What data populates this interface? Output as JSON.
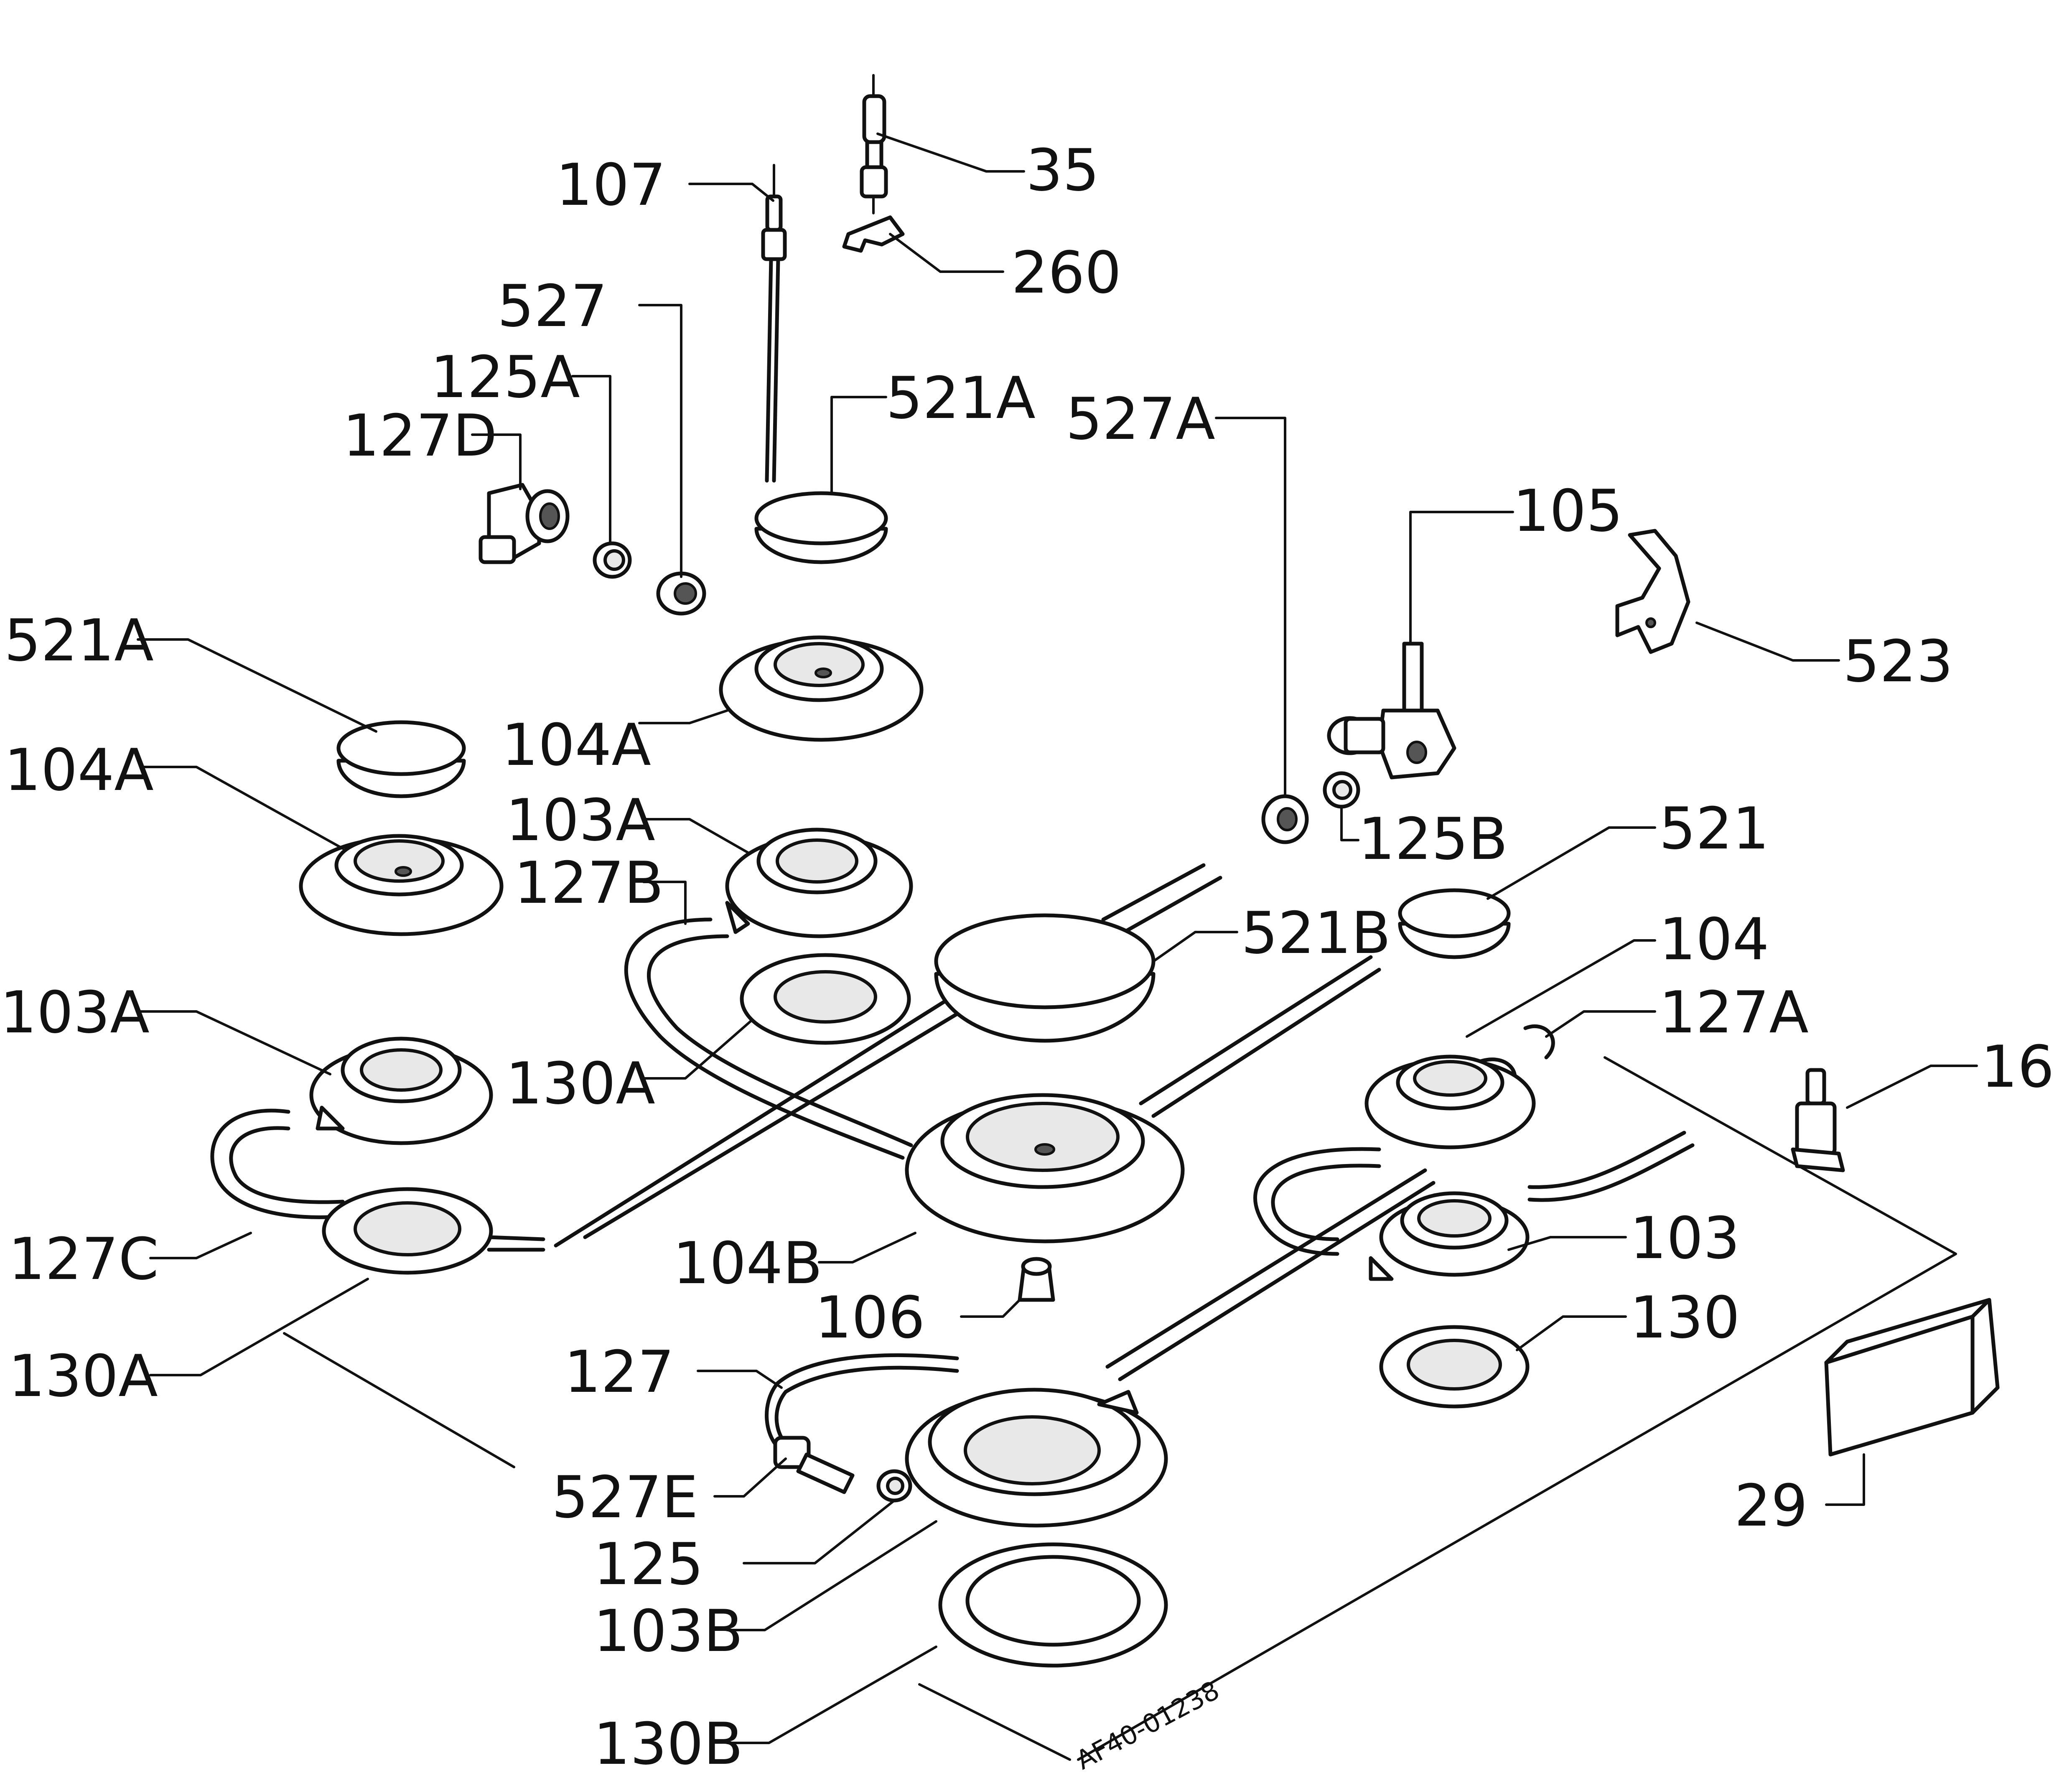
{
  "diagram": {
    "reference_code": "AF40-01238",
    "labels": {
      "p35": "35",
      "p107": "107",
      "p260": "260",
      "p527": "527",
      "p125A": "125A",
      "p127D": "127D",
      "p521A_top": "521A",
      "p527A": "527A",
      "p105": "105",
      "p523": "523",
      "p521A_left": "521A",
      "p104A_center": "104A",
      "p104A_left": "104A",
      "p103A_center": "103A",
      "p127B": "127B",
      "p125B": "125B",
      "p521": "521",
      "p521B": "521B",
      "p104": "104",
      "p127A": "127A",
      "p16": "16",
      "p103A_left": "103A",
      "p130A_center": "130A",
      "p127C": "127C",
      "p104B": "104B",
      "p103": "103",
      "p106": "106",
      "p130": "130",
      "p130A_left": "130A",
      "p127": "127",
      "p29": "29",
      "p527E": "527E",
      "p125": "125",
      "p103B": "103B",
      "p130B": "130B"
    }
  }
}
